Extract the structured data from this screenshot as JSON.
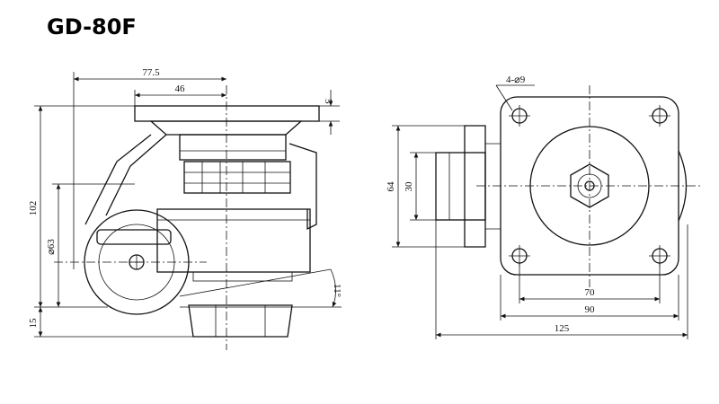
{
  "title": "GD-80F",
  "colors": {
    "line": "#111111",
    "background": "#ffffff"
  },
  "dimensions": {
    "side": {
      "width_total": "77.5",
      "width_half": "46",
      "plate_thickness": "5",
      "height_total": "102",
      "wheel_diameter": "⌀63",
      "foot_height": "15",
      "tilt_angle": "11°"
    },
    "top": {
      "hole_spec": "4-⌀9",
      "height_outer": "64",
      "height_inner": "30",
      "hole_spacing": "70",
      "plate_width": "90",
      "overall_width": "125"
    }
  }
}
